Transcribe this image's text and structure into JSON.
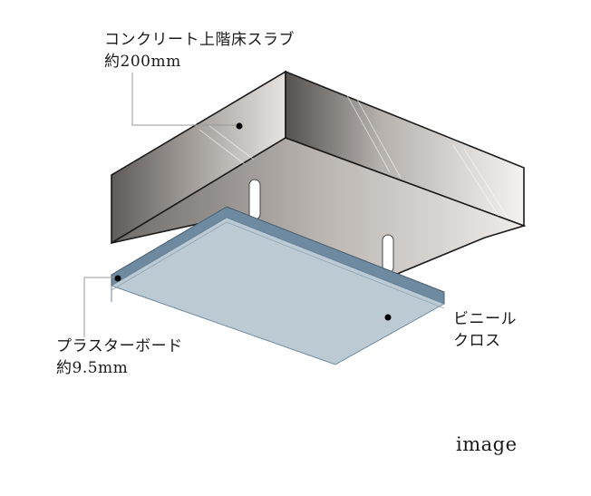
{
  "labels": {
    "slab_line1": "コンクリート上階床スラブ",
    "slab_line2": "約200mm",
    "board_line1": "プラスターボード",
    "board_line2": "約9.5mm",
    "cloth_line1": "ビニール",
    "cloth_line2": "クロス",
    "image_caption": "image"
  },
  "colors": {
    "board_face": "#bccad4",
    "board_edge": "#6e8aa0",
    "slab_outline": "#1a1a1a",
    "leader_line": "#999999"
  }
}
